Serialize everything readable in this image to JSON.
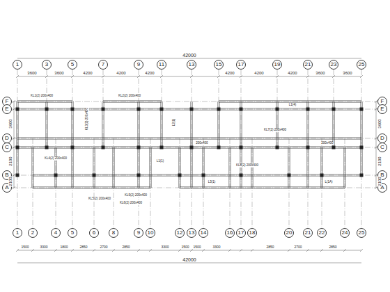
{
  "diagram": {
    "nodes": [
      {
        "text": [
          "1"
        ]
      },
      {
        "text": [
          "3"
        ]
      },
      {
        "text": [
          "5"
        ]
      },
      {
        "text": [
          "7"
        ]
      },
      {
        "text": [
          "9"
        ]
      },
      {
        "text": [
          "11"
        ]
      },
      {
        "text": [
          "13"
        ]
      },
      {
        "text": [
          "15"
        ]
      },
      {
        "text": [
          "17"
        ]
      },
      {
        "text": [
          "19"
        ]
      },
      {
        "text": [
          "21"
        ]
      },
      {
        "text": [
          "23"
        ]
      },
      {
        "text": [
          "25"
        ]
      },
      {
        "text": [
          "1"
        ]
      },
      {
        "text": [
          "2"
        ]
      },
      {
        "text": [
          "4"
        ]
      },
      {
        "text": [
          "5"
        ]
      },
      {
        "text": [
          "6"
        ]
      },
      {
        "text": [
          "8"
        ]
      },
      {
        "text": [
          "9"
        ]
      },
      {
        "text": [
          "10"
        ]
      },
      {
        "text": [
          "12"
        ]
      },
      {
        "text": [
          "13"
        ]
      },
      {
        "text": [
          "14"
        ]
      },
      {
        "text": [
          "16"
        ]
      },
      {
        "text": [
          "17"
        ]
      },
      {
        "text": [
          "18"
        ]
      },
      {
        "text": [
          "20"
        ]
      },
      {
        "text": [
          "21"
        ]
      },
      {
        "text": [
          "22"
        ]
      },
      {
        "text": [
          "24"
        ]
      },
      {
        "text": [
          "25"
        ]
      },
      {
        "text": [
          "F"
        ]
      },
      {
        "text": [
          "E"
        ]
      },
      {
        "text": [
          "D"
        ]
      },
      {
        "text": [
          "C"
        ]
      },
      {
        "text": [
          "B"
        ]
      },
      {
        "text": [
          "A"
        ]
      },
      {
        "text": [
          "F"
        ]
      },
      {
        "text": [
          "E"
        ]
      },
      {
        "text": [
          "D"
        ]
      },
      {
        "text": [
          "C"
        ]
      },
      {
        "text": [
          "B"
        ]
      },
      {
        "text": [
          "A"
        ]
      }
    ],
    "labels": [
      "42000",
      "3600",
      "3600",
      "4200",
      "4200",
      "4200",
      "4200",
      "4200",
      "4200",
      "3600",
      "3600",
      "1500",
      "3300",
      "1800",
      "2850",
      "2700",
      "2850",
      "3300",
      "1500",
      "1500",
      "3300",
      "2850",
      "2700",
      "2850",
      "42000",
      "3600",
      "2100",
      "2100",
      "3600",
      "2100",
      "2100",
      "KL1(2) 200x400",
      "KL2(2) 200x400",
      "KL3(2) 200x400",
      "KL4(2) 200x400",
      "KL5(2) 200x400",
      "KL6(2) 200x400",
      "KL7(2) 200x400",
      "KL8(2) 200x400",
      "L1(1)",
      "L2(1)",
      "L3(1)",
      "L(1A)",
      "200x400",
      "200x400",
      "KL9(2) 200x400",
      "L1(4)"
    ]
  }
}
